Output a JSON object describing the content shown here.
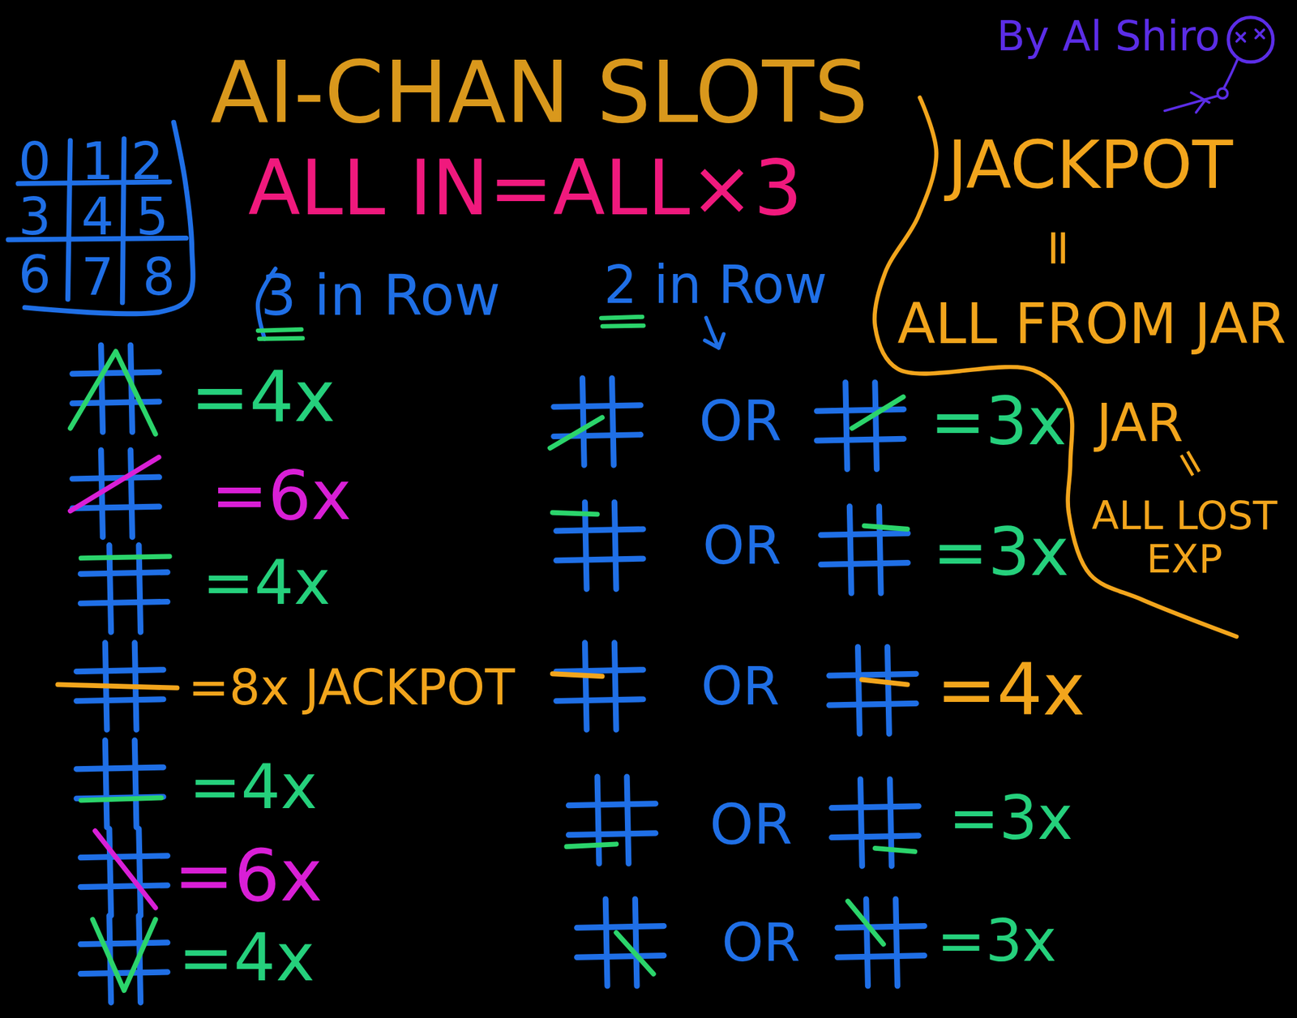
{
  "diagram": {
    "title": "AI-CHAN SLOTS",
    "labels": [
      "By Al Shiro",
      "0",
      "1",
      "2",
      "3",
      "4",
      "5",
      "6",
      "7",
      "8",
      "ALL IN=ALL×3",
      "JACKPOT",
      "=",
      "ALL FROM JAR",
      "JAR",
      "=",
      "ALL LOST EXP",
      "3 in Row",
      "2 in Row",
      "=4x",
      "OR",
      "=3x",
      "=6x",
      "OR",
      "=3x",
      "=4x",
      "=8x JACKPOT",
      "OR",
      "=4x",
      "=4x",
      "OR",
      "=3x",
      "=6x",
      "=4x",
      "OR",
      "=3x"
    ]
  }
}
